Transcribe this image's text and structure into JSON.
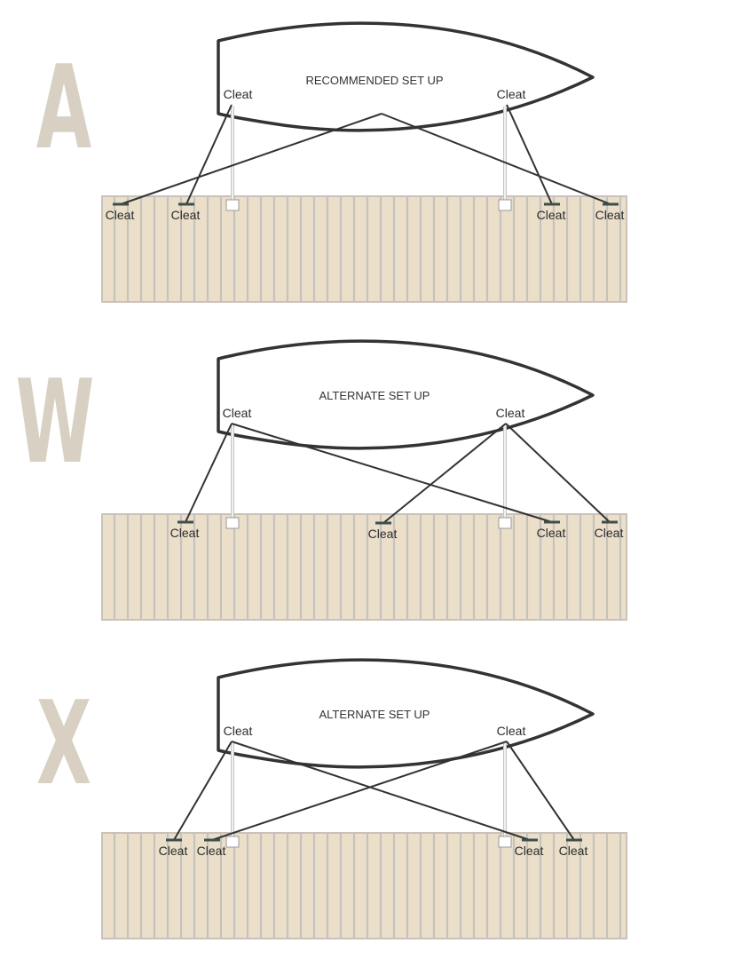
{
  "panels": [
    {
      "letter": "A",
      "title": "RECOMMENDED SET UP",
      "boat_cleats": [
        "Cleat",
        "Cleat"
      ],
      "dock_cleats": [
        "Cleat",
        "Cleat",
        "Cleat",
        "Cleat"
      ]
    },
    {
      "letter": "W",
      "title": "ALTERNATE SET UP",
      "boat_cleats": [
        "Cleat",
        "Cleat"
      ],
      "dock_cleats": [
        "Cleat",
        "Cleat",
        "Cleat",
        "Cleat"
      ]
    },
    {
      "letter": "X",
      "title": "ALTERNATE SET UP",
      "boat_cleats": [
        "Cleat",
        "Cleat"
      ],
      "dock_cleats": [
        "Cleat",
        "Cleat",
        "Cleat",
        "Cleat"
      ]
    }
  ],
  "colors": {
    "dock": "#ebdfca",
    "plank_gap": "#c5c2bd",
    "hull_outline": "#333333",
    "line": "#333333",
    "cleat": "#3c4f4c",
    "letter": "#d8d0c3"
  }
}
